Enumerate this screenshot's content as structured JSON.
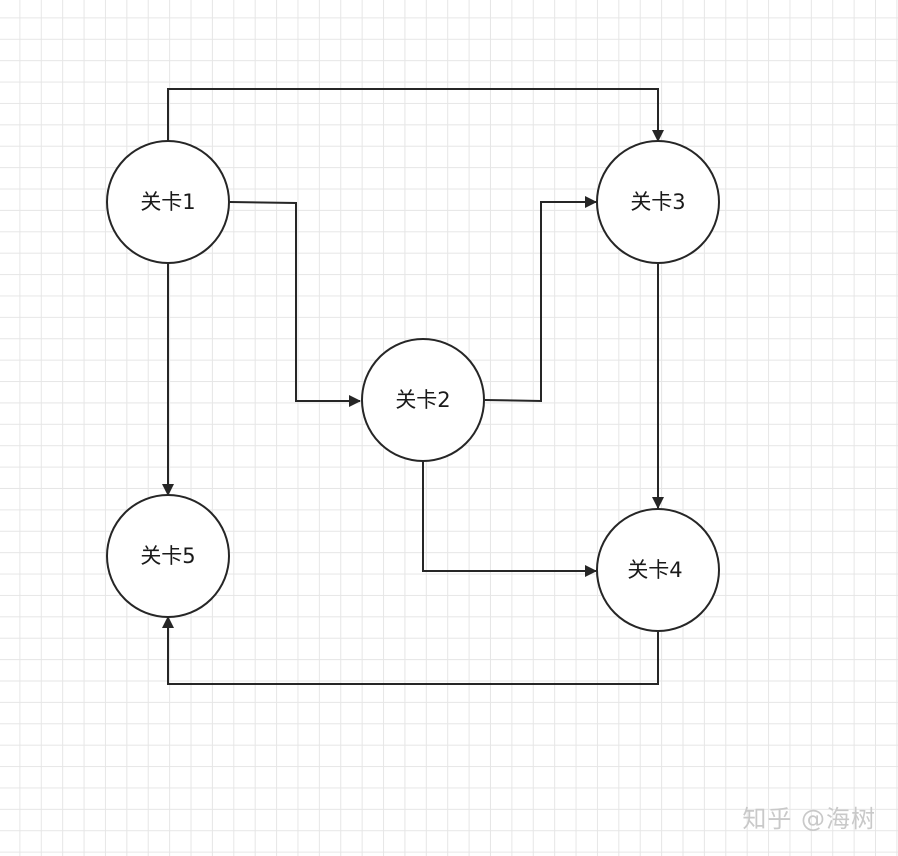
{
  "nodes": [
    {
      "id": "n1",
      "label": "关卡1"
    },
    {
      "id": "n2",
      "label": "关卡2"
    },
    {
      "id": "n3",
      "label": "关卡3"
    },
    {
      "id": "n4",
      "label": "关卡4"
    },
    {
      "id": "n5",
      "label": "关卡5"
    }
  ],
  "edges": [
    {
      "from": "关卡1",
      "to": "关卡3"
    },
    {
      "from": "关卡1",
      "to": "关卡2"
    },
    {
      "from": "关卡1",
      "to": "关卡5"
    },
    {
      "from": "关卡2",
      "to": "关卡3"
    },
    {
      "from": "关卡2",
      "to": "关卡4"
    },
    {
      "from": "关卡3",
      "to": "关卡4"
    },
    {
      "from": "关卡4",
      "to": "关卡5"
    }
  ],
  "watermark": "知乎 @海树",
  "colors": {
    "stroke": "#262626",
    "node_fill": "#ffffff",
    "grid": "#e6e6e6",
    "watermark": "#c9c9c9"
  }
}
